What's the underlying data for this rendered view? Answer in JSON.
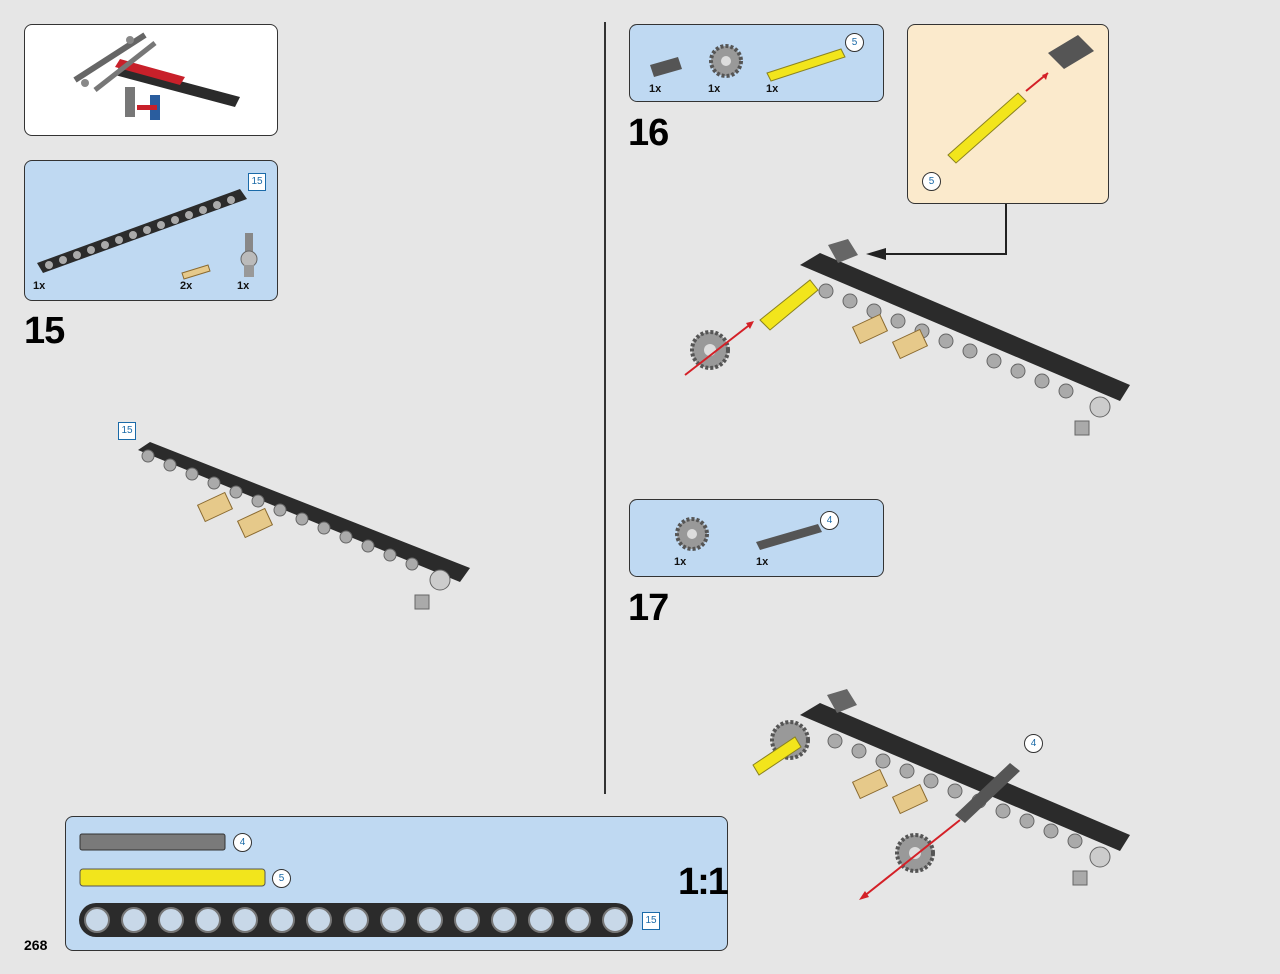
{
  "page_number": "268",
  "steps": [
    {
      "number": "15",
      "parts": [
        {
          "qty": "1x"
        },
        {
          "qty": "2x"
        },
        {
          "qty": "1x"
        }
      ],
      "part_callout": "15",
      "model_callout": "15"
    },
    {
      "number": "16",
      "parts": [
        {
          "qty": "1x"
        },
        {
          "qty": "1x"
        },
        {
          "qty": "1x"
        }
      ],
      "part_callout": "5",
      "detail_callout": "5"
    },
    {
      "number": "17",
      "parts": [
        {
          "qty": "1x"
        },
        {
          "qty": "1x"
        }
      ],
      "part_callout": "4",
      "model_callout": "4"
    }
  ],
  "scale_ruler": {
    "ratio": "1:1",
    "items": [
      {
        "callout": "4",
        "color": "#7a7a7a"
      },
      {
        "callout": "5",
        "color": "#f2e51c"
      },
      {
        "callout": "15",
        "color": "#2b2b2b"
      }
    ]
  },
  "colors": {
    "panel_blue": "#bfd9f2",
    "panel_cream": "#fbeacc",
    "page_bg": "#e6e6e6",
    "arrow_red": "#d42027",
    "beam_black": "#2b2b2b"
  }
}
